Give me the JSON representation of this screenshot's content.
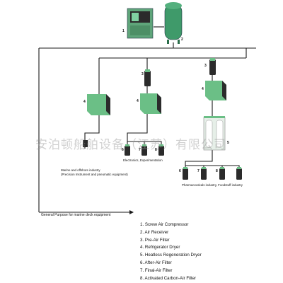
{
  "colors": {
    "pipe": "#1a1a1a",
    "equipment_green": "#6bbf86",
    "equipment_dark": "#2b2b2b",
    "compressor_body": "#5fa57a",
    "tank": "#3f9a6a"
  },
  "callouts": {
    "n1": "1",
    "n2": "2",
    "n3a": "3",
    "n3b": "3",
    "n4a": "4",
    "n4b": "4",
    "n4c": "4",
    "n5": "5",
    "n6a": "6",
    "n6b": "6",
    "n7a": "7",
    "n7b": "7",
    "n8a": "8",
    "n8b": "8"
  },
  "captions": {
    "marine_line1": "Marine and offshore industry",
    "marine_line2": "(Precision Instrument and pneumatic equipment)",
    "electronics": "Electronics, Experimentation",
    "pharma": "Pharmaceuticals industry, Foodstuff industry",
    "general": "General Purpose for marine deck equipment"
  },
  "legend": [
    "1. Screw Air Compressor",
    "2. Air Receiver",
    "3. Pre-Air Filter",
    "4. Refrigerator Dryer",
    "5. Heatless Regeneration Dryer",
    "6. After-Air Filter",
    "7. Final-Air Filter",
    "8. Activated Carbon-Air Filter"
  ],
  "watermark": "安泊顿船舶设备（江苏）有限公司"
}
